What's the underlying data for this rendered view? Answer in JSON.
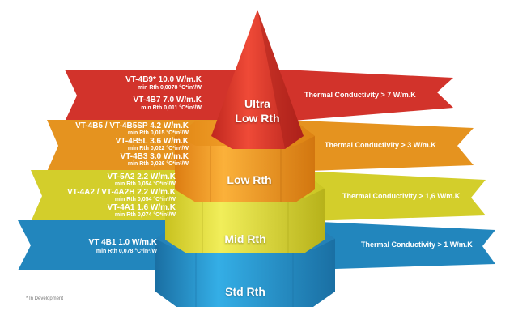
{
  "colors": {
    "red_band": "#d2332b",
    "orange_band": "#e5931f",
    "yellow_band": "#d3ce2b",
    "blue_band": "#2286bd",
    "red_cone": "#e03a2d",
    "orange_cone": "#f39a1b",
    "yellow_cone": "#e6e23a",
    "blue_cone": "#2a9fd8"
  },
  "tiers": [
    {
      "name": "Ultra\nLow Rth",
      "conductivity": "Thermal Conductivity > 7 W/m.K",
      "products": [
        {
          "name": "VT-4B9*  10.0 W/m.K",
          "rth": "min Rth 0,0078  °C*in²/W"
        },
        {
          "name": "VT-4B7  7.0 W/m.K",
          "rth": "min Rth 0,011  °C*in²/W"
        }
      ]
    },
    {
      "name": "Low Rth",
      "conductivity": "Thermal Conductivity > 3 W/m.K",
      "products": [
        {
          "name": "VT-4B5 / VT-4B5SP  4.2 W/m.K",
          "rth": "min Rth 0,015  °C*in²/W"
        },
        {
          "name": "VT-4B5L  3.6 W/m.K",
          "rth": "min Rth 0,022  °C*in²/W"
        },
        {
          "name": "VT-4B3  3.0 W/m.K",
          "rth": "min Rth 0,026  °C*in²/W"
        }
      ]
    },
    {
      "name": "Mid Rth",
      "conductivity": "Thermal Conductivity > 1,6 W/m.K",
      "products": [
        {
          "name": "VT-5A2  2.2 W/m.K",
          "rth": "min Rth 0,054  °C*in²/W"
        },
        {
          "name": "VT-4A2 / VT-4A2H  2.2 W/m.K",
          "rth": "min Rth 0,054  °C*in²/W"
        },
        {
          "name": "VT-4A1  1.6 W/m.K",
          "rth": "min Rth 0,074  °C*in²/W"
        }
      ]
    },
    {
      "name": "Std Rth",
      "conductivity": "Thermal Conductivity > 1 W/m.K",
      "products": [
        {
          "name": "VT 4B1  1.0 W/m.K",
          "rth": "min Rth 0,078  °C*in²/W"
        }
      ]
    }
  ],
  "footnote": "* In Development"
}
